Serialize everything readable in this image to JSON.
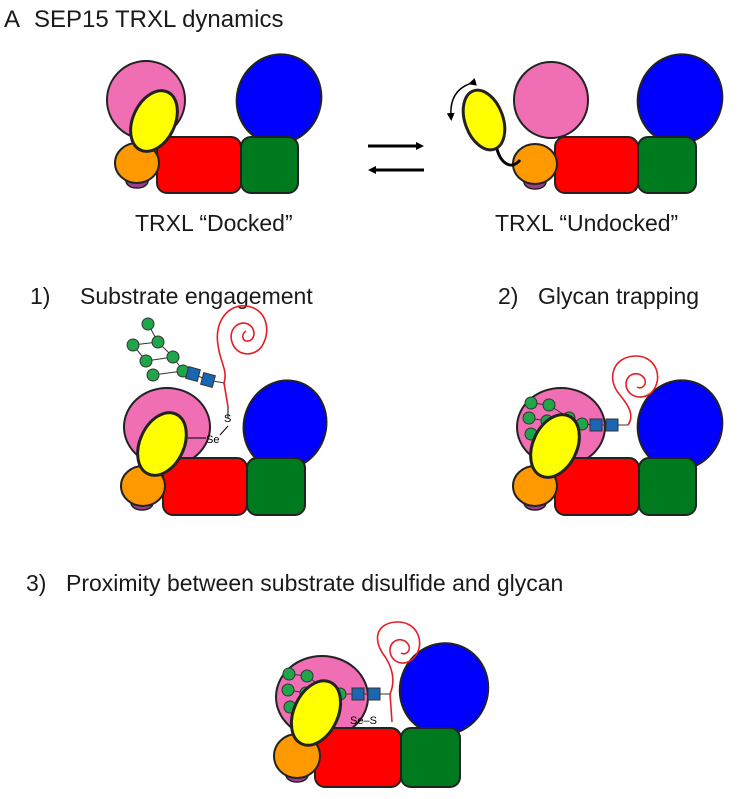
{
  "figure": {
    "panel_letter": "A",
    "title": "SEP15 TRXL dynamics"
  },
  "states": {
    "docked_label": "TRXL “Docked”",
    "undocked_label": "TRXL “Undocked”"
  },
  "steps": [
    {
      "number": "1)",
      "label": "Substrate engagement"
    },
    {
      "number": "2)",
      "label": "Glycan trapping"
    },
    {
      "number": "3)",
      "label": "Proximity between substrate disulfide and glycan"
    }
  ],
  "chem_labels": {
    "sulfur": "S",
    "selenium": "Se",
    "se_s_bond": "Se–S"
  },
  "colors": {
    "pink_domain": "#f06eb4",
    "yellow_domain": "#ffff00",
    "orange_domain": "#ff9900",
    "red_domain": "#ff0000",
    "green_domain": "#007a1f",
    "blue_domain": "#0000ff",
    "purple_foot": "#9b3f8a",
    "glycan_green": "#1fa64a",
    "glcnac_blue": "#1a66b3",
    "substrate_red": "#e31e24"
  },
  "icons": {
    "equilibrium": "equilibrium-arrows-icon",
    "rotation": "rotation-arrow-icon"
  }
}
